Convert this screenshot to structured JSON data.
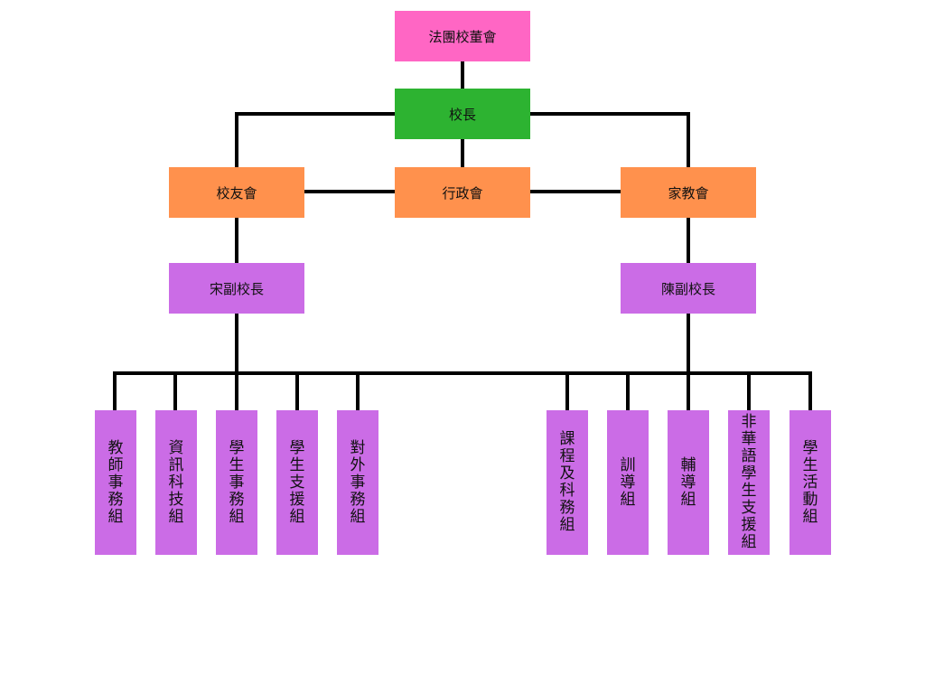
{
  "colors": {
    "board": "#ff66c4",
    "principal": "#2db331",
    "committee": "#ff914d",
    "vice": "#cb6ce6",
    "group": "#cb6ce6",
    "connector": "#000000"
  },
  "top": {
    "board": "法團校董會",
    "principal": "校長"
  },
  "committees": {
    "alumni": "校友會",
    "admin": "行政會",
    "pta": "家教會"
  },
  "vice_principals": {
    "left": "宋副校長",
    "right": "陳副校長"
  },
  "groups_left": [
    "教師事務組",
    "資訊科技組",
    "學生事務組",
    "學生支援組",
    "對外事務組"
  ],
  "groups_right": [
    "課程及科務組",
    "訓導組",
    "輔導組",
    "非華語學生支援組",
    "學生活動組"
  ]
}
